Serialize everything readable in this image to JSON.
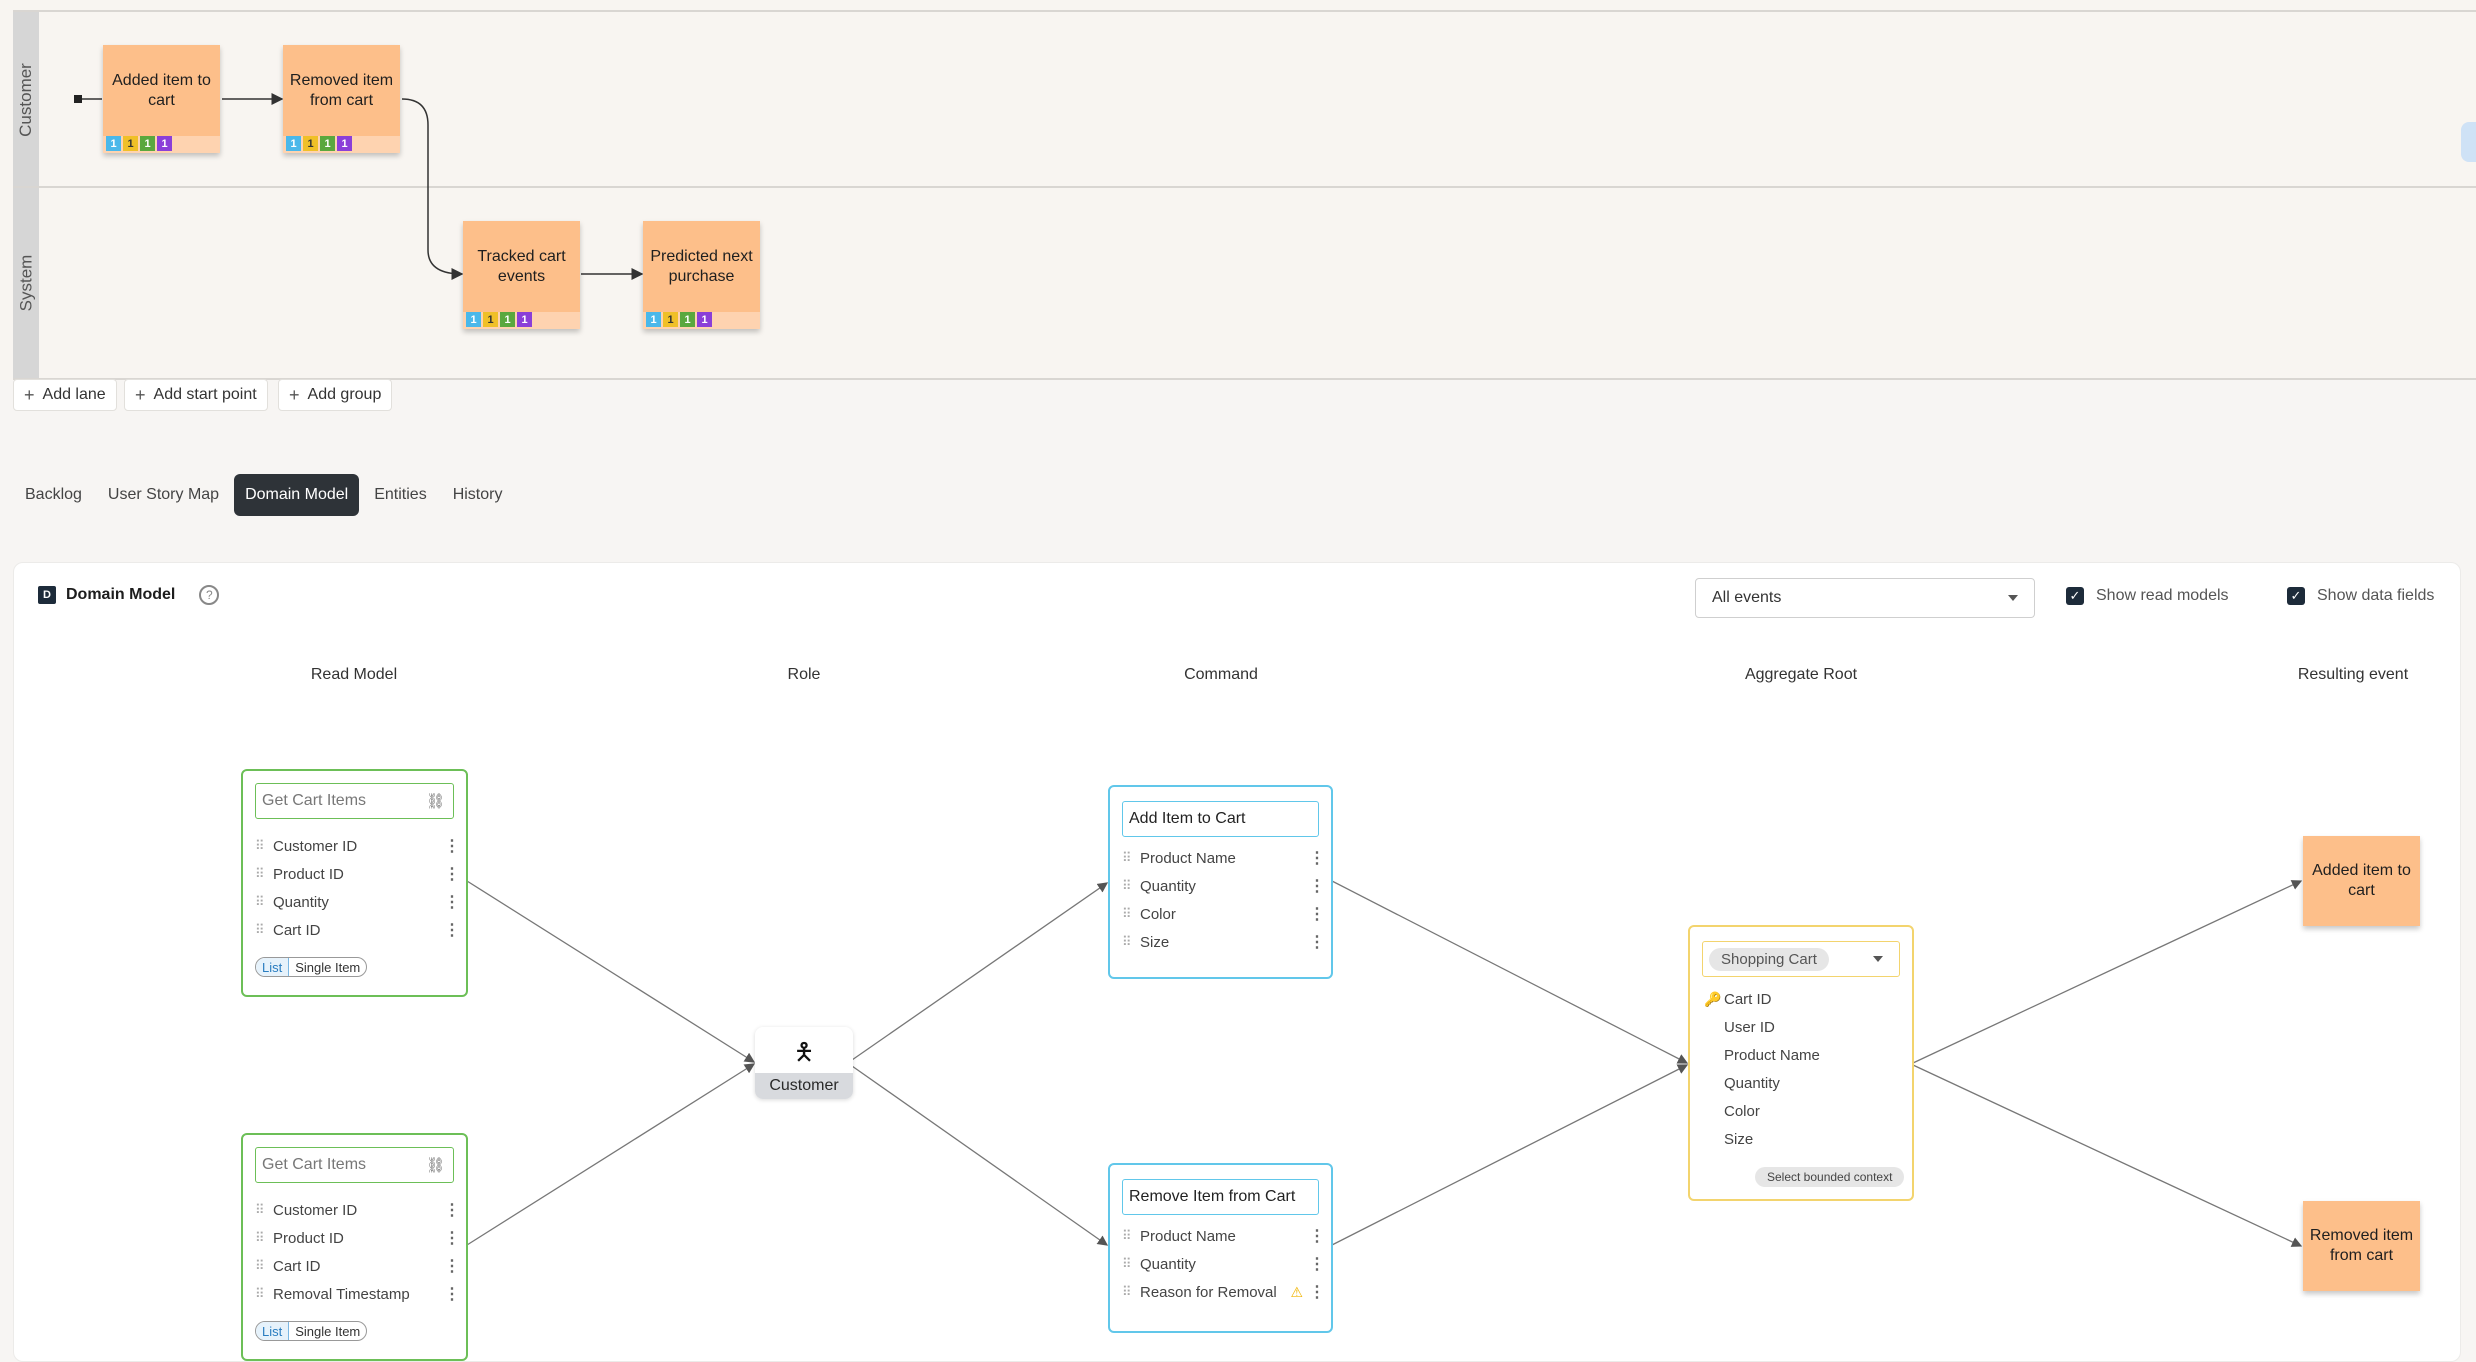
{
  "flow": {
    "lanes": [
      {
        "label": "Customer"
      },
      {
        "label": "System"
      }
    ],
    "stickies": [
      {
        "text": "Added item to cart",
        "badges": [
          "1",
          "1",
          "1",
          "1"
        ]
      },
      {
        "text": "Removed item from cart",
        "badges": [
          "1",
          "1",
          "1",
          "1"
        ]
      },
      {
        "text": "Tracked cart events",
        "badges": [
          "1",
          "1",
          "1",
          "1"
        ]
      },
      {
        "text": "Predicted next purchase",
        "badges": [
          "1",
          "1",
          "1",
          "1"
        ]
      }
    ],
    "buttons": {
      "add_lane": "Add lane",
      "add_start_point": "Add start point",
      "add_group": "Add group"
    }
  },
  "tabs": [
    {
      "label": "Backlog"
    },
    {
      "label": "User Story Map"
    },
    {
      "label": "Domain Model",
      "active": true
    },
    {
      "label": "Entities"
    },
    {
      "label": "History"
    }
  ],
  "domain_model": {
    "icon_letter": "D",
    "title": "Domain Model",
    "help_icon": "?",
    "filter": {
      "selected": "All events"
    },
    "show_read_models": {
      "label": "Show read models",
      "checked": true
    },
    "show_data_fields": {
      "label": "Show data fields",
      "checked": true
    },
    "columns": {
      "read_model": "Read Model",
      "role": "Role",
      "command": "Command",
      "aggregate_root": "Aggregate Root",
      "resulting_event": "Resulting event"
    },
    "read_models": [
      {
        "name": "Get Cart Items",
        "fields": [
          "Customer ID",
          "Product ID",
          "Quantity",
          "Cart ID"
        ],
        "seg_list": "List",
        "seg_single": "Single Item"
      },
      {
        "name": "Get Cart Items",
        "fields": [
          "Customer ID",
          "Product ID",
          "Cart ID",
          "Removal Timestamp"
        ],
        "seg_list": "List",
        "seg_single": "Single Item"
      }
    ],
    "role": {
      "label": "Customer",
      "icon": "person-icon"
    },
    "commands": [
      {
        "name": "Add Item to Cart",
        "fields": [
          "Product Name",
          "Quantity",
          "Color",
          "Size"
        ]
      },
      {
        "name": "Remove Item from Cart",
        "fields": [
          "Product Name",
          "Quantity",
          "Reason for Removal"
        ],
        "warning_field": "Reason for Removal"
      }
    ],
    "aggregate": {
      "name": "Shopping Cart",
      "fields": [
        "Cart ID",
        "User ID",
        "Product Name",
        "Quantity",
        "Color",
        "Size"
      ],
      "key_field": "Cart ID",
      "bounded_context": "Select bounded context"
    },
    "events": [
      {
        "text": "Added item to cart"
      },
      {
        "text": "Removed item from cart"
      }
    ]
  },
  "colors": {
    "sticky": "#fdbf8a",
    "read_model_border": "#6cbf57",
    "command_border": "#61c7ea",
    "aggregate_border": "#f3d46e",
    "active_tab": "#2e3338"
  }
}
